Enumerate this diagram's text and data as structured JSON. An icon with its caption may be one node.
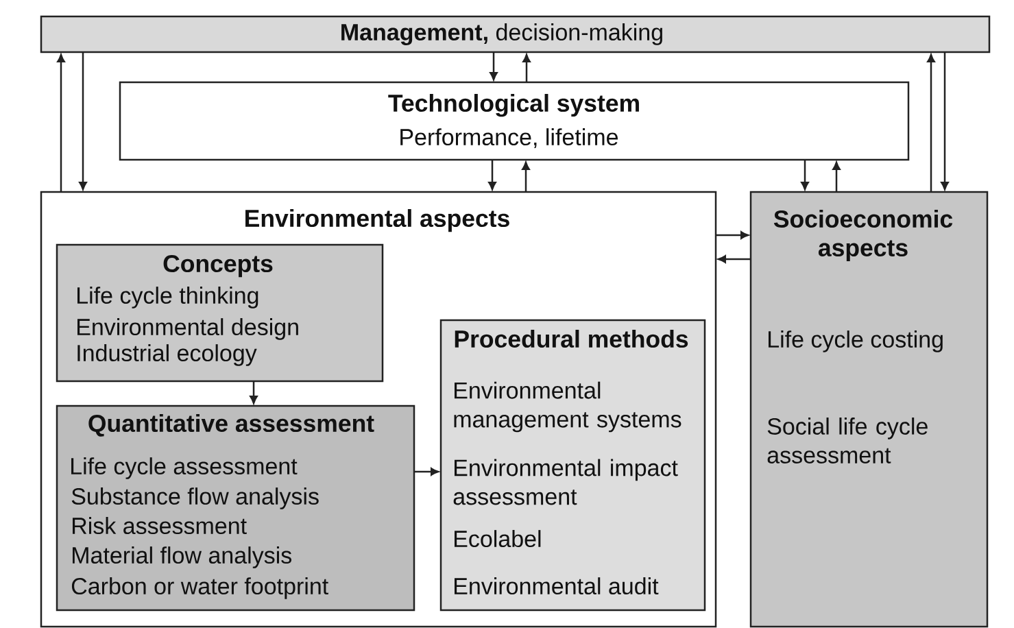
{
  "diagram": {
    "nodes": [
      {
        "text": [
          "**Management,** decision-making"
        ]
      },
      {
        "text": [
          "Technological system",
          "Performance, lifetime"
        ]
      },
      {
        "text": [
          "Environmental aspects"
        ]
      },
      {
        "text": [
          "Concepts",
          "Life cycle thinking",
          "Environmental design",
          "Industrial ecology"
        ],
        "in": 2
      },
      {
        "text": [
          "Quantitative assessment",
          "Life cycle assessment",
          "Substance flow analysis",
          "Risk assessment",
          "Material flow analysis",
          "Carbon or water footprint"
        ],
        "in": 2
      },
      {
        "text": [
          "Procedural methods",
          "Environmental management systems",
          "Environmental impact assessment",
          "Ecolabel",
          "Environmental audit"
        ],
        "in": 2
      },
      {
        "text": [
          "Socioeconomic aspects",
          "Life cycle costing",
          "Social life cycle assessment"
        ]
      }
    ],
    "edges": [
      {
        "from": 0,
        "to": 1,
        "arrow": "to"
      },
      {
        "from": 1,
        "to": 0,
        "arrow": "to"
      },
      {
        "from": 1,
        "to": 2,
        "arrow": "to"
      },
      {
        "from": 2,
        "to": 1,
        "arrow": "to"
      },
      {
        "from": 1,
        "to": 6,
        "arrow": "to"
      },
      {
        "from": 6,
        "to": 1,
        "arrow": "to"
      },
      {
        "from": 2,
        "to": 0,
        "arrow": "to"
      },
      {
        "from": 0,
        "to": 2,
        "arrow": "to"
      },
      {
        "from": 6,
        "to": 0,
        "arrow": "to"
      },
      {
        "from": 0,
        "to": 6,
        "arrow": "to"
      },
      {
        "from": 2,
        "to": 6,
        "arrow": "to"
      },
      {
        "from": 6,
        "to": 2,
        "arrow": "to"
      },
      {
        "from": 3,
        "to": 4,
        "arrow": "to"
      },
      {
        "from": 4,
        "to": 5,
        "arrow": "to"
      }
    ]
  }
}
